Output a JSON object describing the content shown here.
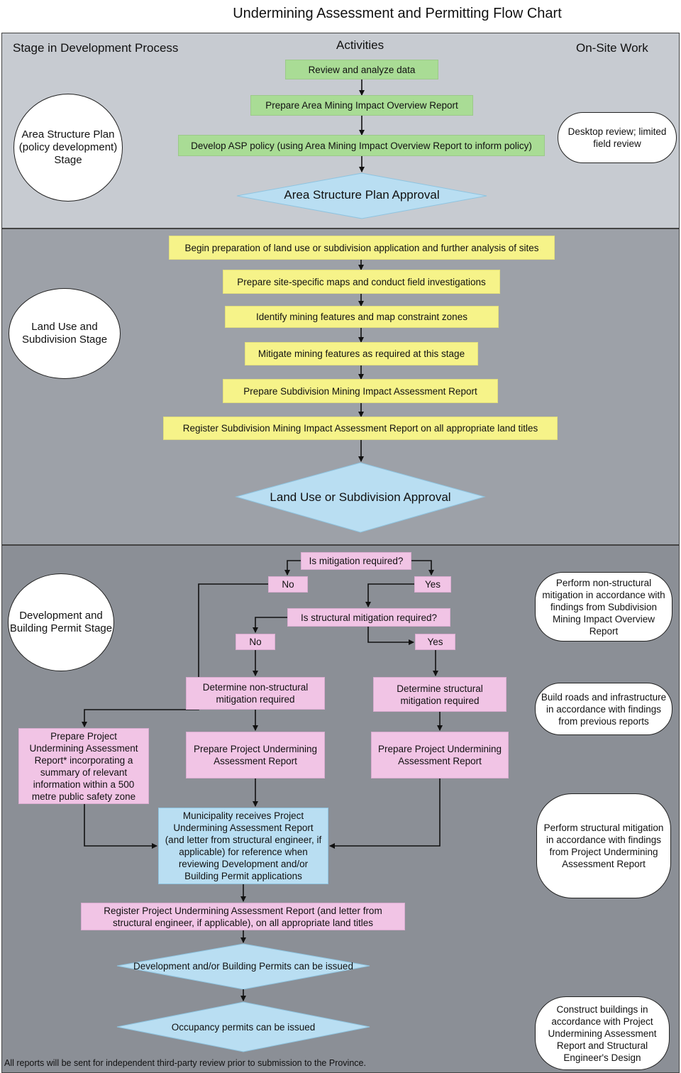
{
  "title": "Undermining Assessment and Permitting Flow Chart",
  "headers": {
    "stage": "Stage in Development Process",
    "activities": "Activities",
    "onsite": "On-Site Work"
  },
  "stages": {
    "asp": "Area Structure Plan (policy development) Stage",
    "landuse": "Land Use and Subdivision Stage",
    "devbuild": "Development and Building Permit Stage"
  },
  "asp": {
    "review": "Review and analyze data",
    "prepare_area": "Prepare Area Mining Impact Overview Report",
    "develop_policy": "Develop ASP policy (using Area Mining Impact Overview Report to inform policy)",
    "approval": "Area Structure Plan Approval"
  },
  "landuse": {
    "begin": "Begin preparation of land use or subdivision application and further analysis of sites",
    "maps": "Prepare site-specific maps and conduct field investigations",
    "identify": "Identify mining features and map constraint zones",
    "mitigate": "Mitigate mining features as required at this stage",
    "prepare_sub": "Prepare Subdivision Mining Impact Assessment Report",
    "register_sub": "Register Subdivision Mining Impact Assessment Report on all appropriate land titles",
    "approval": "Land Use or Subdivision Approval"
  },
  "dev": {
    "q_mitigation": "Is mitigation required?",
    "no1": "No",
    "yes1": "Yes",
    "q_structural": "Is structural mitigation required?",
    "no2": "No",
    "yes2": "Yes",
    "det_nonstruct": "Determine non-structural mitigation required",
    "det_struct": "Determine structural mitigation required",
    "prep_left": "Prepare Project Undermining Assessment Report* incorporating a summary of relevant information within a 500 metre public safety zone",
    "prep_mid": "Prepare Project Undermining Assessment Report",
    "prep_right": "Prepare Project Undermining Assessment Report",
    "municipality": "Municipality receives Project Undermining Assessment Report (and letter from structural engineer, if applicable) for reference when reviewing Development and/or Building Permit applications",
    "register_proj": "Register Project Undermining Assessment Report (and letter from structural engineer, if applicable), on all appropriate land titles",
    "permits": "Development and/or Building Permits can be issued",
    "occupancy": "Occupancy permits can be issued"
  },
  "onsite": {
    "desktop": "Desktop review; limited field review",
    "nonstruct": "Perform non-structural mitigation in accordance with findings from Subdivision Mining Impact Overview Report",
    "roads": "Build roads and infrastructure in accordance with findings from previous reports",
    "structural": "Perform structural mitigation in accordance with findings from Project Undermining Assessment Report",
    "construct": "Construct buildings in accordance with Project Undermining Assessment Report and Structural Engineer's Design"
  },
  "footer": "All reports will be sent for independent third-party review prior to submission to the Province."
}
